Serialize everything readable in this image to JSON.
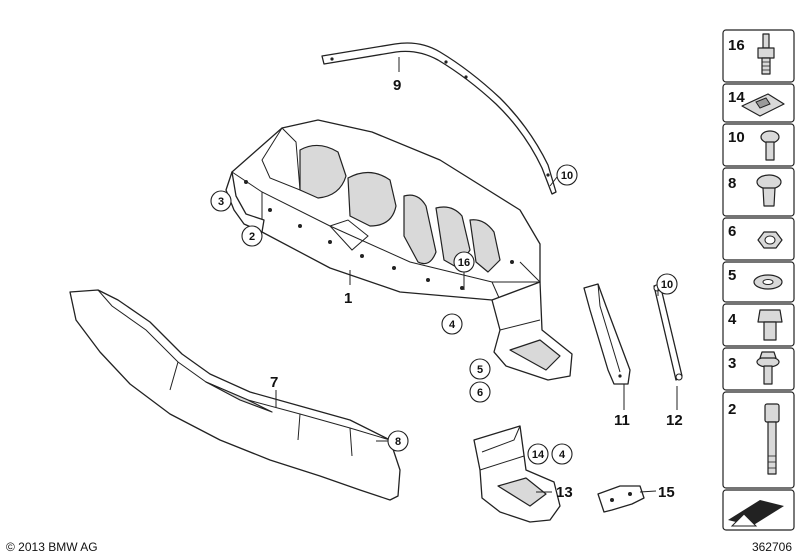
{
  "diagram": {
    "plain_callouts": [
      "1",
      "7",
      "9",
      "11",
      "12",
      "13",
      "15"
    ],
    "circle_callouts": [
      "2",
      "3",
      "4",
      "5",
      "6",
      "8",
      "10",
      "10",
      "16",
      "14",
      "4"
    ]
  },
  "parts_panel": {
    "items": [
      {
        "num": "16",
        "icon": "stud-bolt-icon"
      },
      {
        "num": "14",
        "icon": "clip-nut-icon"
      },
      {
        "num": "10",
        "icon": "pan-head-screw-icon"
      },
      {
        "num": "8",
        "icon": "expanding-rivet-icon"
      },
      {
        "num": "6",
        "icon": "hex-nut-icon"
      },
      {
        "num": "5",
        "icon": "washer-icon"
      },
      {
        "num": "4",
        "icon": "hex-bolt-icon"
      },
      {
        "num": "3",
        "icon": "collar-screw-icon"
      },
      {
        "num": "2",
        "icon": "socket-head-bolt-icon"
      }
    ],
    "bottom_icon": "arrow-icon"
  },
  "footer": {
    "copyright": "© 2013 BMW AG",
    "diagram_id": "362706"
  }
}
